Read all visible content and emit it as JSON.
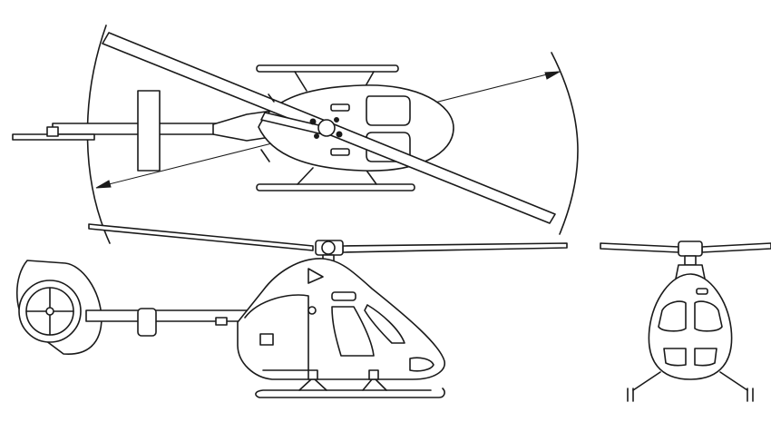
{
  "drawing": {
    "views": [
      {
        "view": "top"
      },
      {
        "view": "side"
      },
      {
        "view": "front"
      }
    ],
    "line_color": "#1a1a1a",
    "background": "#ffffff"
  }
}
